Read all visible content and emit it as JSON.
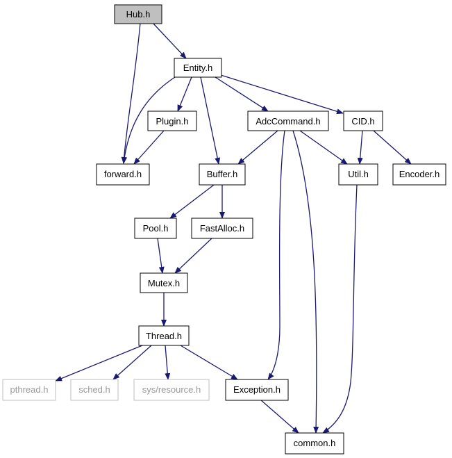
{
  "colors": {
    "edge": "#191970",
    "node_border": "#000000",
    "node_border_external": "#bfbfbf",
    "root_fill": "#bfbfbf",
    "node_fill": "#ffffff",
    "text": "#000000",
    "text_external": "#999999"
  },
  "nodes": {
    "hub": {
      "label": "Hub.h"
    },
    "entity": {
      "label": "Entity.h"
    },
    "forward": {
      "label": "forward.h"
    },
    "plugin": {
      "label": "Plugin.h"
    },
    "adccommand": {
      "label": "AdcCommand.h"
    },
    "cid": {
      "label": "CID.h"
    },
    "buffer": {
      "label": "Buffer.h"
    },
    "util": {
      "label": "Util.h"
    },
    "encoder": {
      "label": "Encoder.h"
    },
    "pool": {
      "label": "Pool.h"
    },
    "fastalloc": {
      "label": "FastAlloc.h"
    },
    "mutex": {
      "label": "Mutex.h"
    },
    "thread": {
      "label": "Thread.h"
    },
    "pthread": {
      "label": "pthread.h"
    },
    "sched": {
      "label": "sched.h"
    },
    "sysresource": {
      "label": "sys/resource.h"
    },
    "exception": {
      "label": "Exception.h"
    },
    "common": {
      "label": "common.h"
    }
  }
}
